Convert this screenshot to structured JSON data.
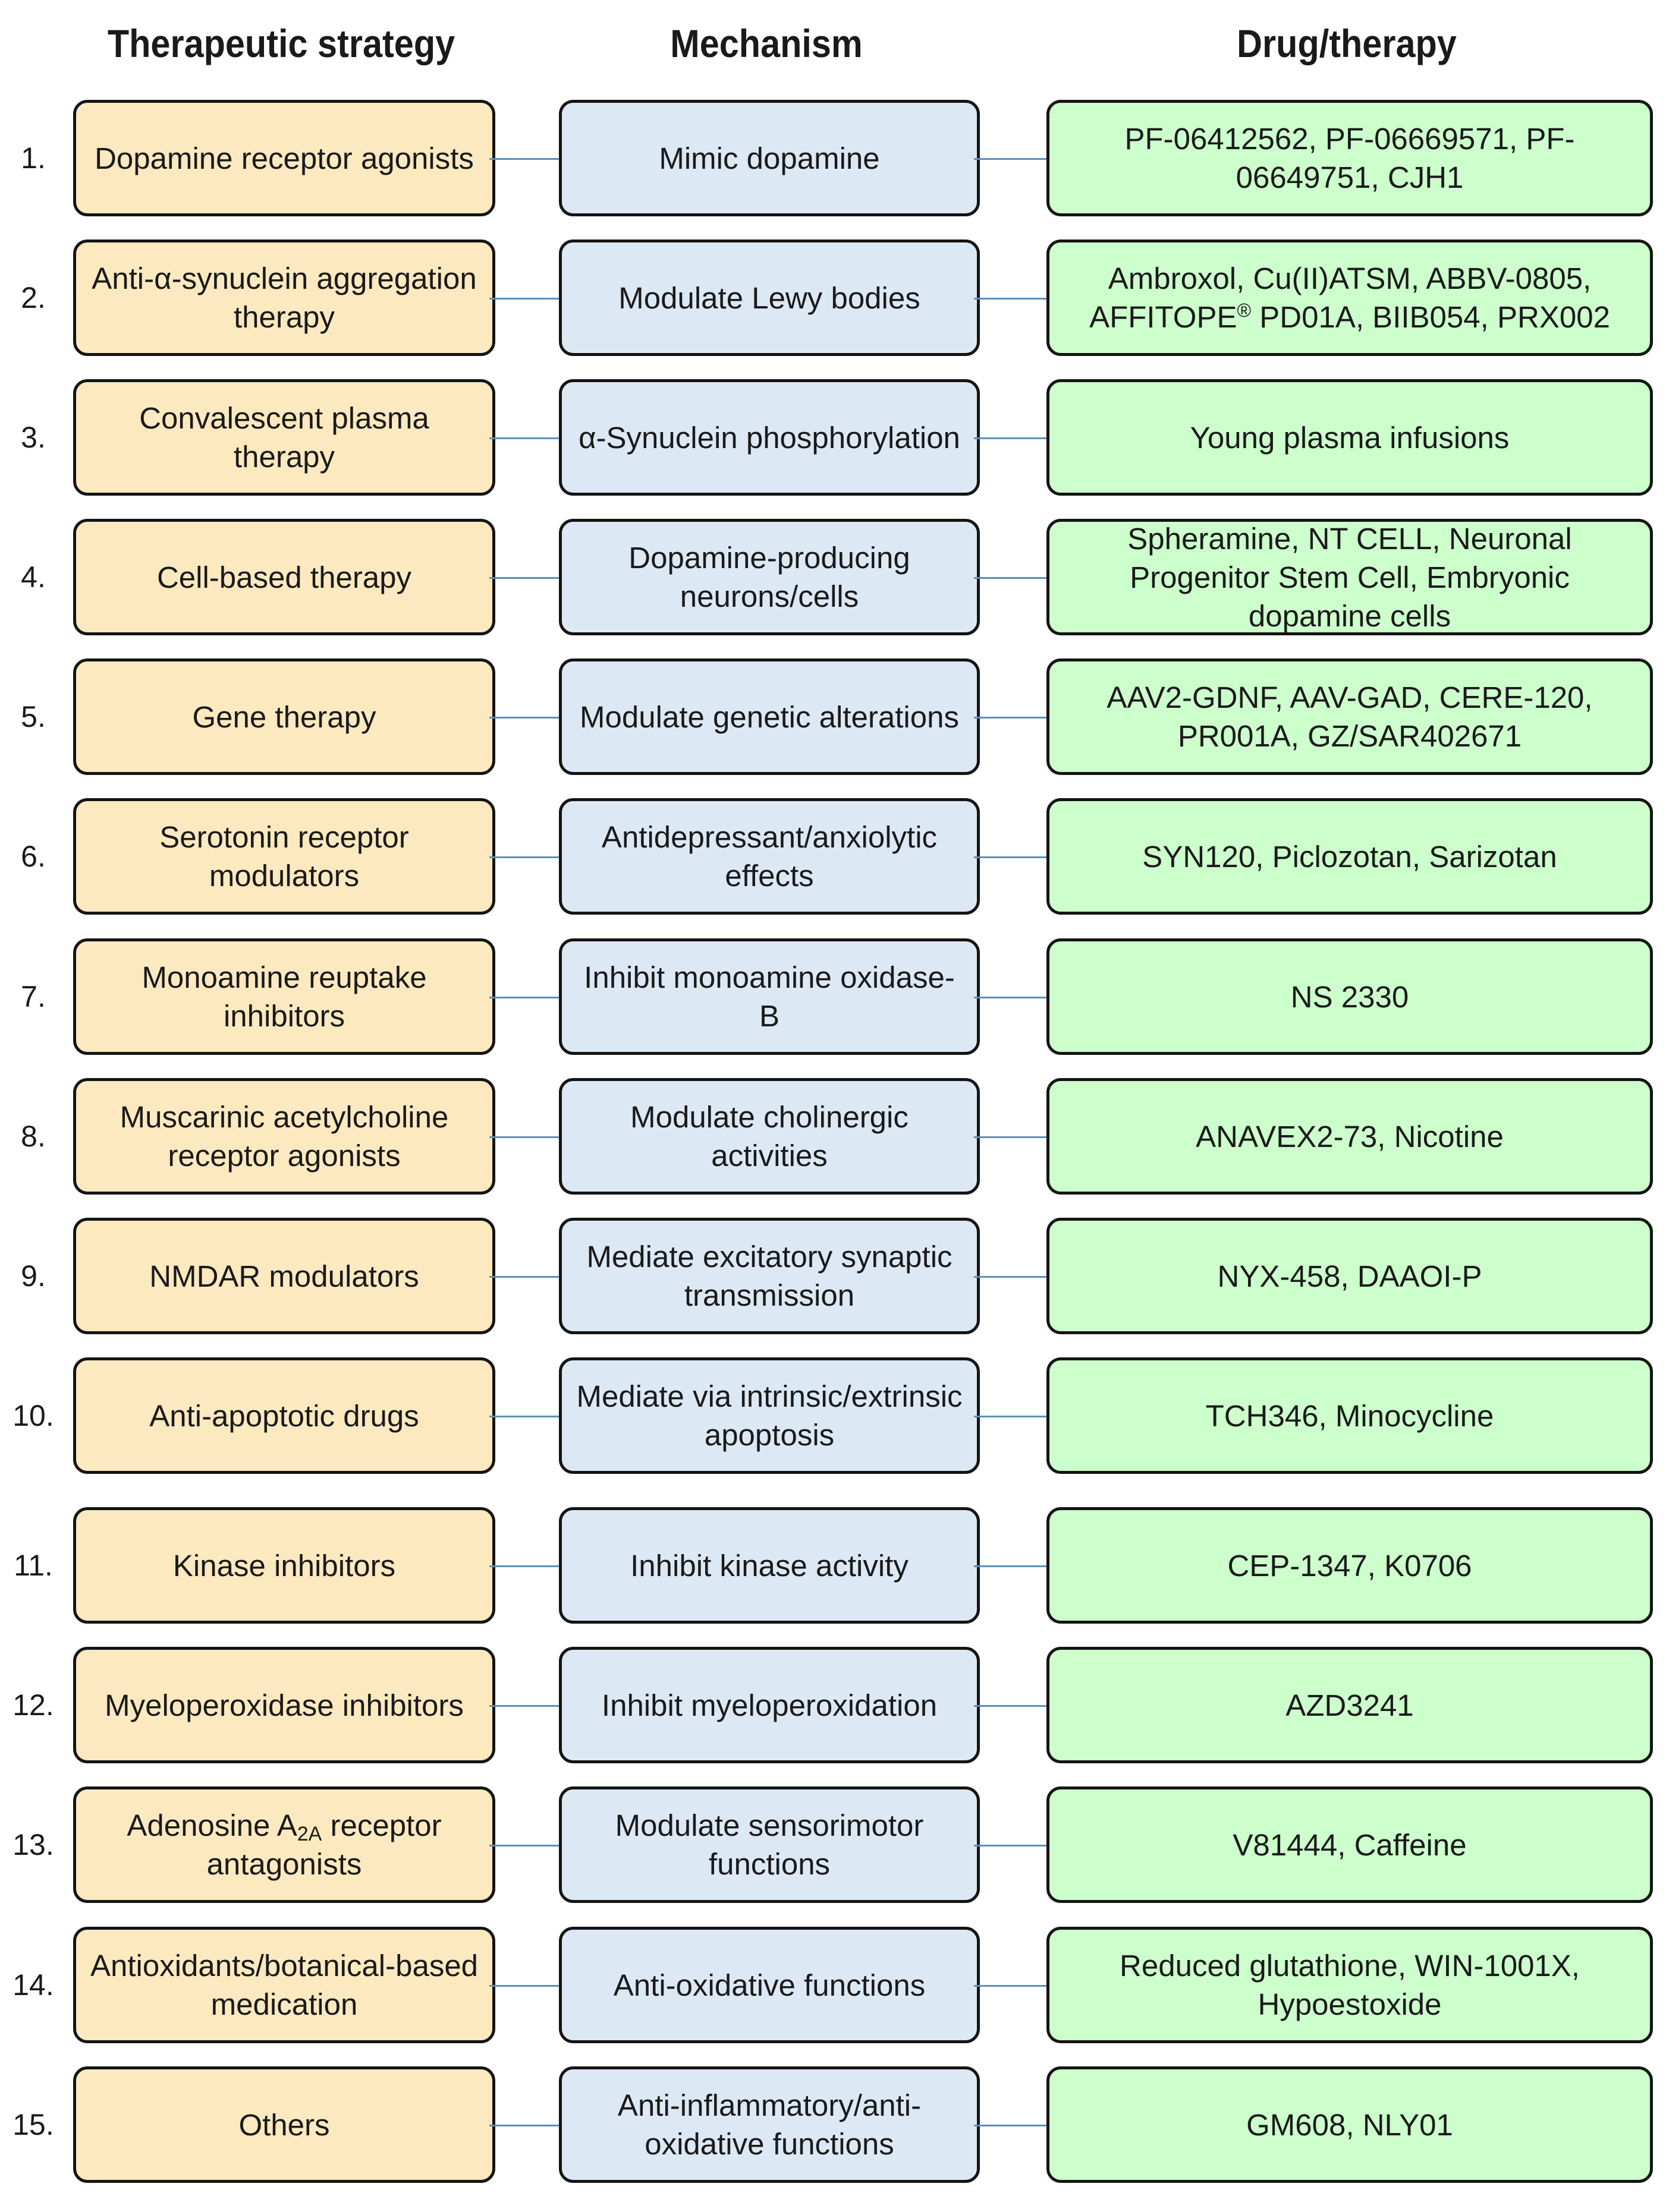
{
  "headers": {
    "strategy": "Therapeutic strategy",
    "mechanism": "Mechanism",
    "drug": "Drug/therapy"
  },
  "colors": {
    "strategy_fill": "#fde9bf",
    "mechanism_fill": "#dde8f5",
    "drug_fill": "#ccffcc",
    "connector": "#5a8fb8"
  },
  "rows": [
    {
      "num": "1.",
      "strategy": "Dopamine receptor agonists",
      "mechanism": "Mimic dopamine",
      "drug": "PF-06412562, PF-06669571, PF-06649751, CJH1"
    },
    {
      "num": "2.",
      "strategy": "Anti-α-synuclein aggregation therapy",
      "mechanism": "Modulate Lewy bodies",
      "drug": "Ambroxol, Cu(II)ATSM, ABBV-0805, AFFITOPE® PD01A, BIIB054, PRX002"
    },
    {
      "num": "3.",
      "strategy": "Convalescent plasma therapy",
      "mechanism": "α-Synuclein phosphorylation",
      "drug": "Young plasma infusions"
    },
    {
      "num": "4.",
      "strategy": "Cell-based therapy",
      "mechanism": "Dopamine-producing neurons/cells",
      "drug": "Spheramine, NT CELL, Neuronal Progenitor Stem Cell, Embryonic dopamine cells"
    },
    {
      "num": "5.",
      "strategy": "Gene therapy",
      "mechanism": "Modulate genetic alterations",
      "drug": "AAV2-GDNF, AAV-GAD, CERE-120, PR001A, GZ/SAR402671"
    },
    {
      "num": "6.",
      "strategy": "Serotonin receptor modulators",
      "mechanism": "Antidepressant/anxiolytic effects",
      "drug": "SYN120, Piclozotan, Sarizotan"
    },
    {
      "num": "7.",
      "strategy": "Monoamine reuptake inhibitors",
      "mechanism": "Inhibit monoamine oxidase-B",
      "drug": "NS 2330"
    },
    {
      "num": "8.",
      "strategy": "Muscarinic acetylcholine receptor agonists",
      "mechanism": "Modulate cholinergic activities",
      "drug": "ANAVEX2-73, Nicotine"
    },
    {
      "num": "9.",
      "strategy": "NMDAR modulators",
      "mechanism": "Mediate excitatory synaptic transmission",
      "drug": "NYX-458, DAAOI-P"
    },
    {
      "num": "10.",
      "strategy": "Anti-apoptotic drugs",
      "mechanism": "Mediate via intrinsic/extrinsic apoptosis",
      "drug": "TCH346, Minocycline"
    },
    {
      "num": "11.",
      "strategy": "Kinase inhibitors",
      "mechanism": "Inhibit kinase activity",
      "drug": "CEP-1347, K0706"
    },
    {
      "num": "12.",
      "strategy": "Myeloperoxidase inhibitors",
      "mechanism": "Inhibit myeloperoxidation",
      "drug": "AZD3241"
    },
    {
      "num": "13.",
      "strategy": "Adenosine A2A receptor antagonists",
      "mechanism": "Modulate sensorimotor functions",
      "drug": "V81444, Caffeine"
    },
    {
      "num": "14.",
      "strategy": "Antioxidants/botanical-based medication",
      "mechanism": "Anti-oxidative functions",
      "drug": "Reduced glutathione, WIN-1001X, Hypoestoxide"
    },
    {
      "num": "15.",
      "strategy": "Others",
      "mechanism": "Anti-inflammatory/anti-oxidative functions",
      "drug": "GM608, NLY01"
    }
  ]
}
